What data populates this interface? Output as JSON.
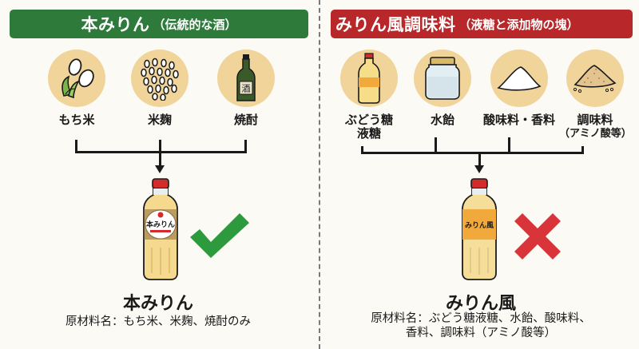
{
  "left": {
    "banner": {
      "title": "本みりん",
      "subtitle": "（伝統的な酒）",
      "color": "#2e7a3b"
    },
    "ingredients": [
      {
        "label": "もち米",
        "icon": "glutinous-rice-icon"
      },
      {
        "label": "米麹",
        "icon": "rice-koji-icon"
      },
      {
        "label": "焼酎",
        "icon": "shochu-bottle-icon",
        "bottle_label": "酒"
      }
    ],
    "product": {
      "bottle_label": "本みりん",
      "name": "本みりん",
      "ingredients_text": "原材料名：もち米、米麹、焼酎のみ",
      "verdict": "check",
      "verdict_color": "#2e9a3e"
    }
  },
  "right": {
    "banner": {
      "title": "みりん風調味料",
      "subtitle": "（液糖と添加物の塊）",
      "color": "#b8282a"
    },
    "ingredients": [
      {
        "label": "ぶどう糖",
        "label2": "液糖",
        "icon": "glucose-syrup-bottle-icon"
      },
      {
        "label": "水飴",
        "icon": "starch-syrup-jar-icon"
      },
      {
        "label": "酸味料・香料",
        "icon": "acidulant-powder-icon"
      },
      {
        "label": "調味料",
        "label2": "（アミノ酸等）",
        "icon": "seasoning-powder-icon"
      }
    ],
    "product": {
      "bottle_label": "みりん風",
      "name": "みりん風",
      "ingredients_text_line1": "原材料名：ぶどう糖液糖、水飴、酸味料、",
      "ingredients_text_line2": "香料、調味料（アミノ酸等）",
      "verdict": "cross",
      "verdict_color": "#d8343a"
    }
  }
}
